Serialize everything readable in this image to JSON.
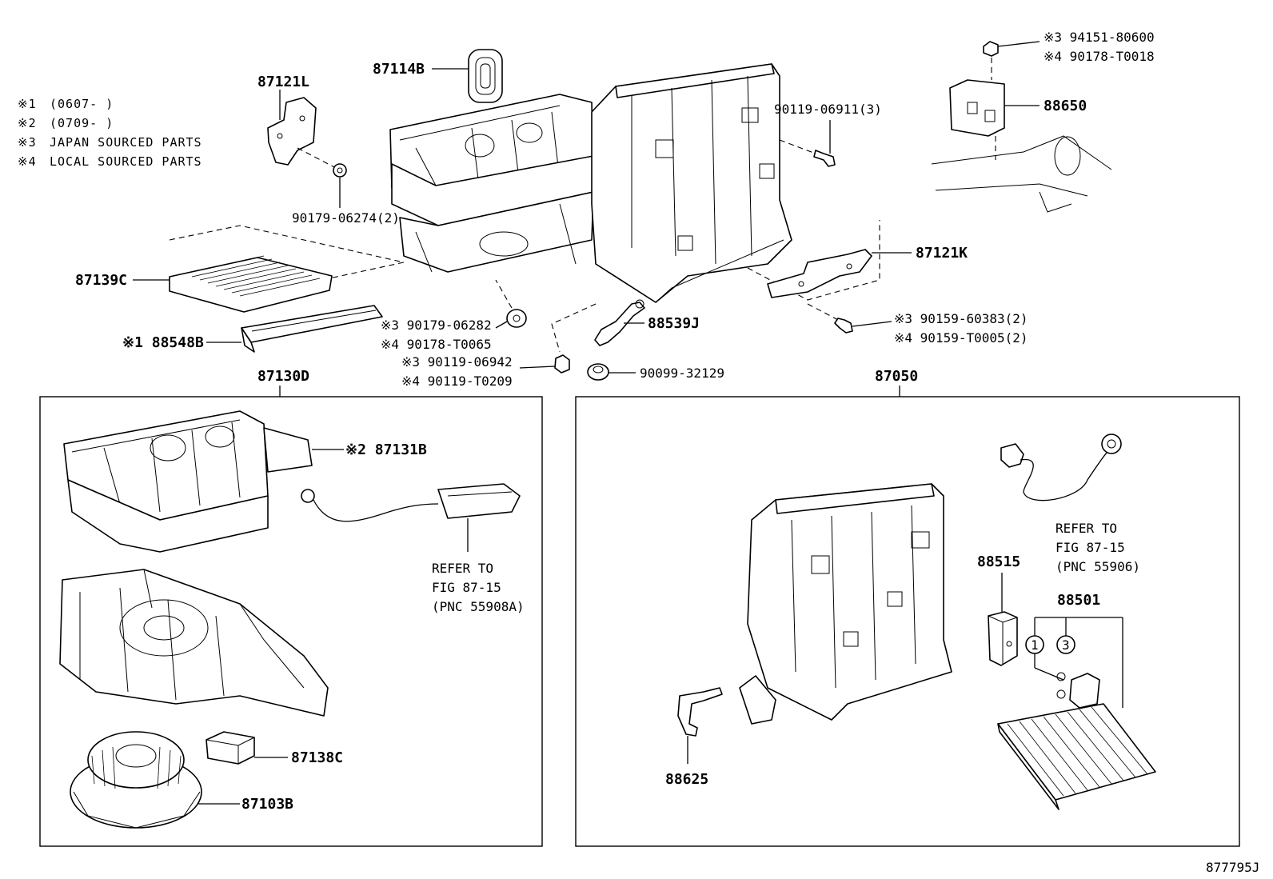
{
  "notes": [
    {
      "mark": "※1",
      "text": "(0607-      )"
    },
    {
      "mark": "※2",
      "text": "(0709-      )"
    },
    {
      "mark": "※3",
      "text": "JAPAN SOURCED PARTS"
    },
    {
      "mark": "※4",
      "text": "LOCAL SOURCED PARTS"
    }
  ],
  "labels": {
    "p87114B": "87114B",
    "p87121L": "87121L",
    "p90179_06274": "90179-06274(2)",
    "p90119_06911": "90119-06911(3)",
    "p94151_80600": "※3 94151-80600",
    "p90178_T0018": "※4 90178-T0018",
    "p88650": "88650",
    "p87121K": "87121K",
    "p87139C": "87139C",
    "p88548B": "※1 88548B",
    "p90179_06282": "※3 90179-06282",
    "p90178_T0065": "※4 90178-T0065",
    "p88539J": "88539J",
    "p90159_60383": "※3 90159-60383(2)",
    "p90159_T0005": "※4 90159-T0005(2)",
    "p90119_06942": "※3 90119-06942",
    "p90119_T0209": "※4 90119-T0209",
    "p90099_32129": "90099-32129",
    "p87130D": "87130D",
    "p87050": "87050",
    "p87131B": "※2 87131B",
    "refer_left_1": "REFER TO",
    "refer_left_2": "FIG 87-15",
    "refer_left_3": "(PNC 55908A)",
    "refer_right_1": "REFER TO",
    "refer_right_2": "FIG 87-15",
    "refer_right_3": "(PNC 55906)",
    "p88515": "88515",
    "p88501": "88501",
    "p87138C": "87138C",
    "p87103B": "87103B",
    "p88625": "88625",
    "circle1": "1",
    "circle3": "3",
    "figure_id": "877795J"
  }
}
